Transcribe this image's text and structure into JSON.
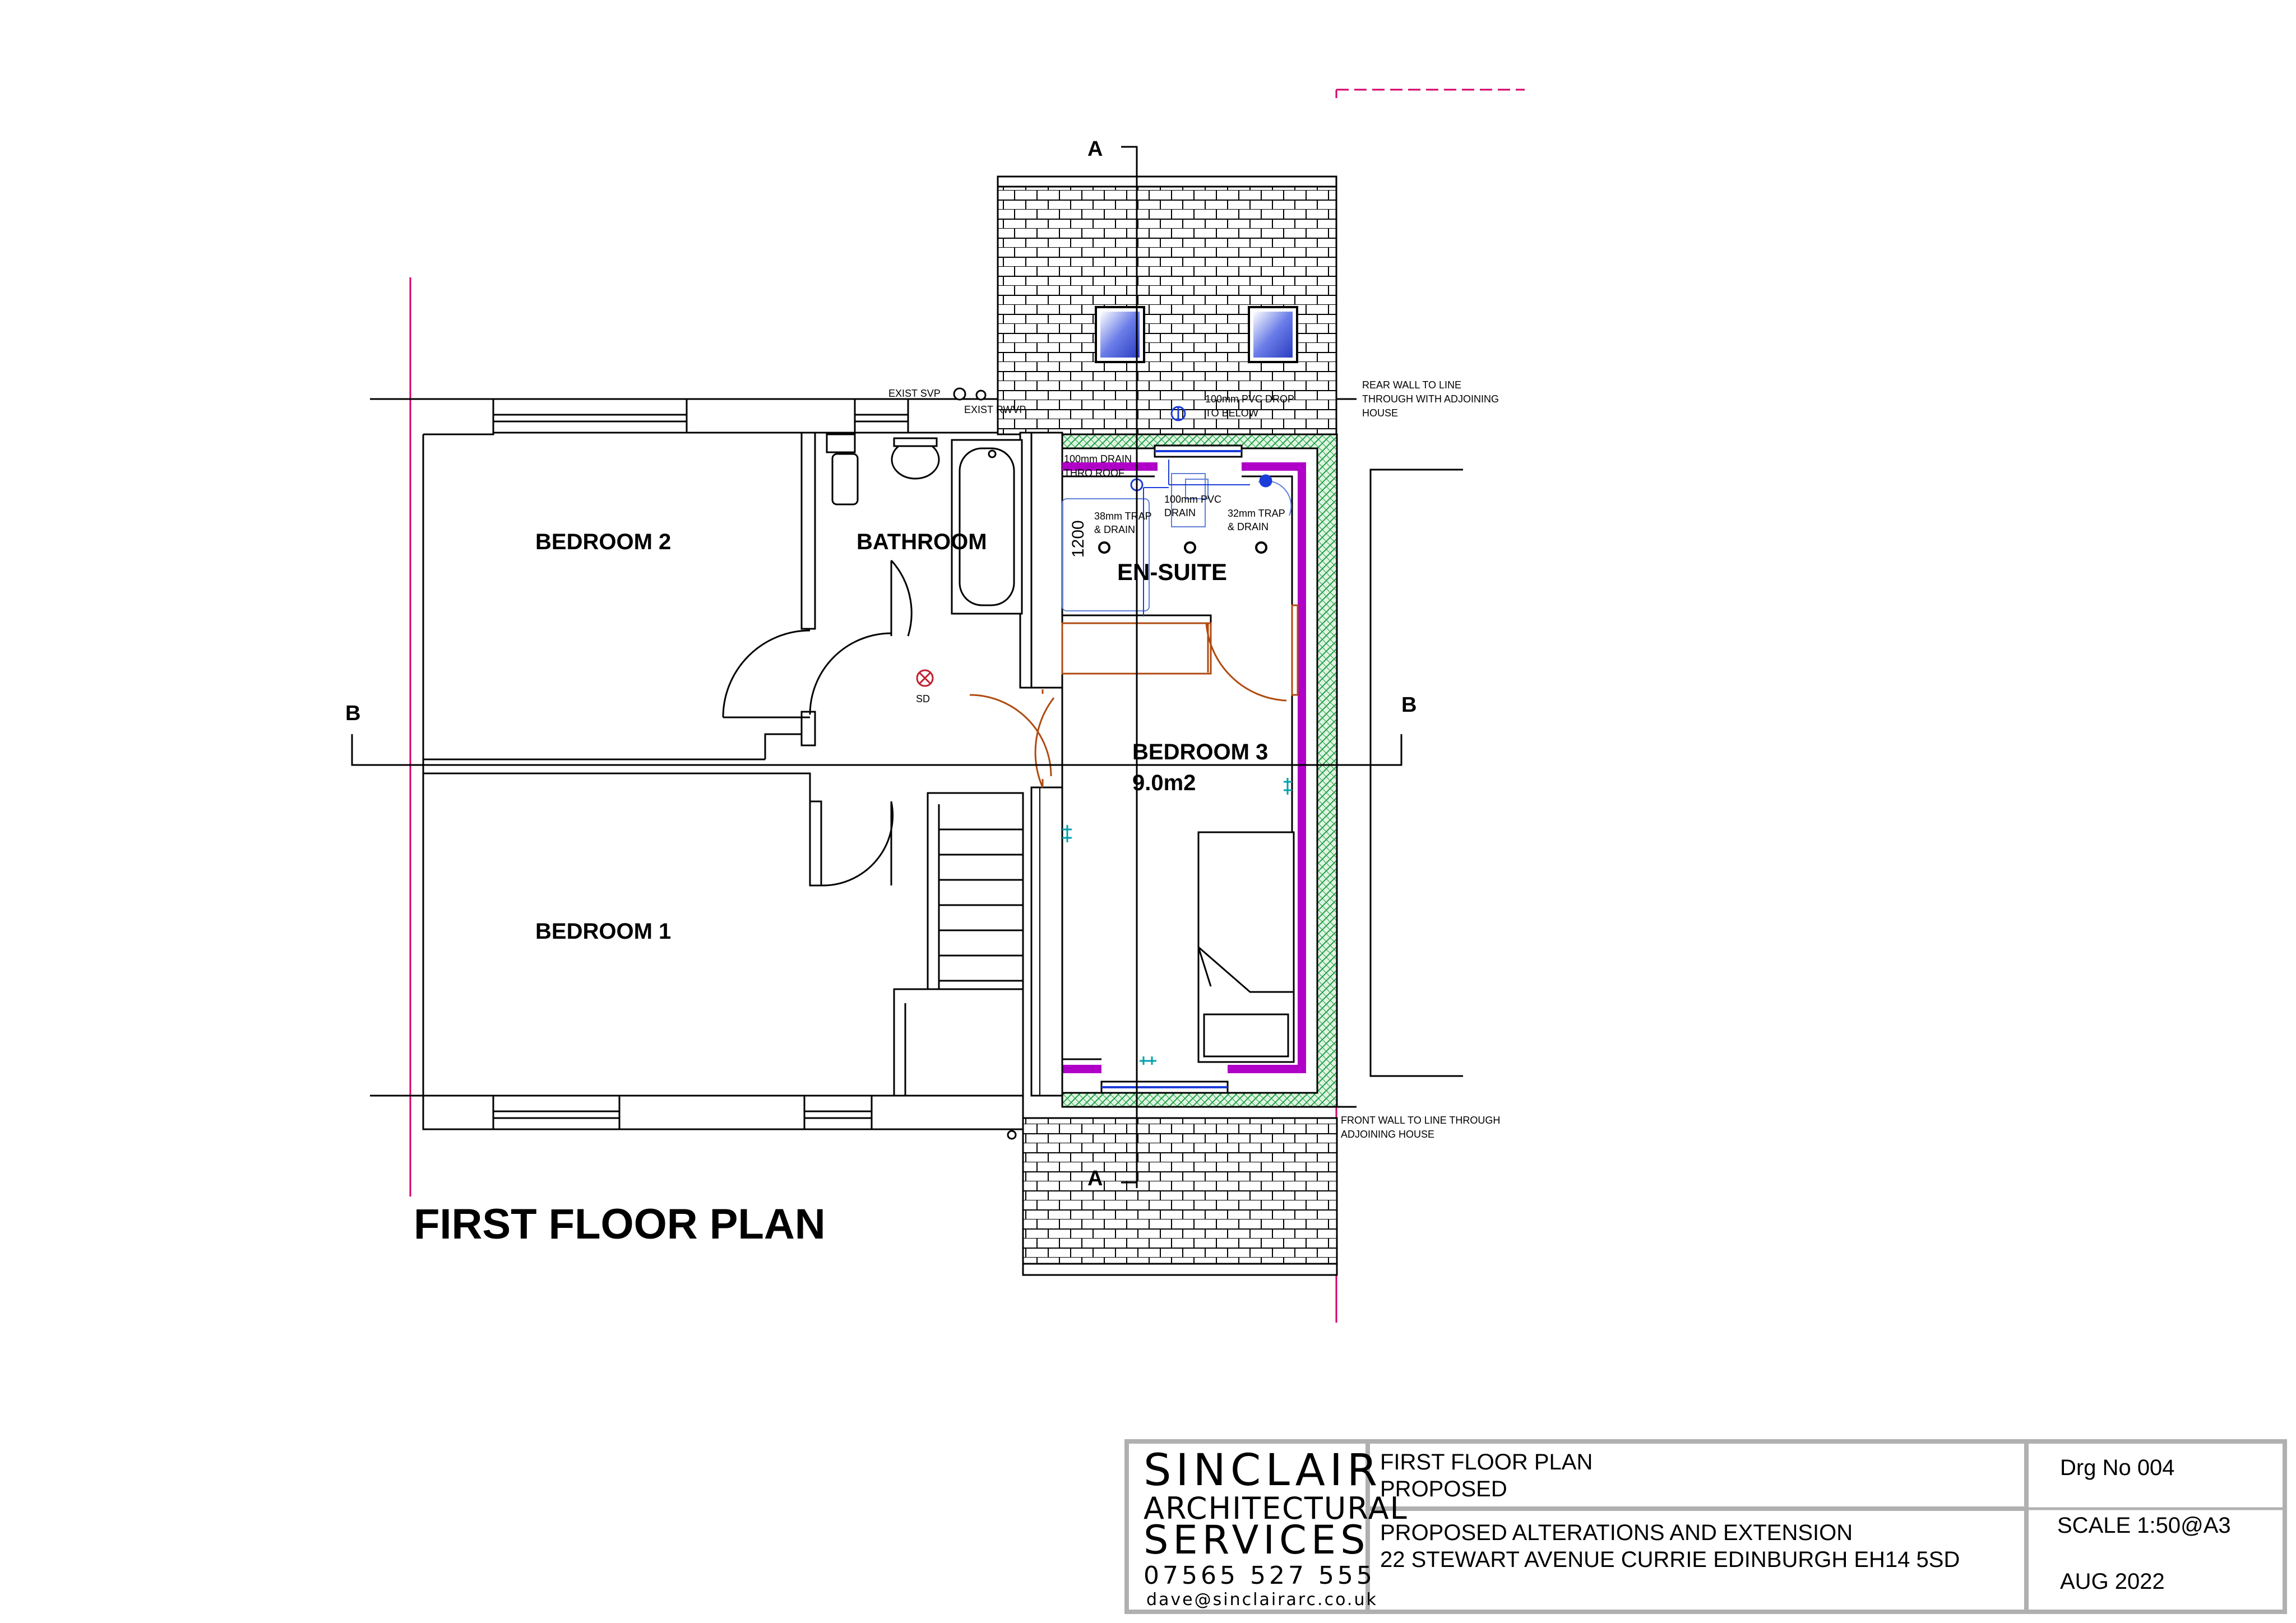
{
  "drawing_title": "FIRST FLOOR PLAN",
  "rooms": {
    "bedroom_2": "BEDROOM 2",
    "bathroom": "BATHROOM",
    "en_suite": "EN-SUITE",
    "bedroom_3": "BEDROOM 3",
    "bedroom_3_area": "9.0m2",
    "bedroom_1": "BEDROOM 1"
  },
  "section_markers": {
    "a": "A",
    "b": "B"
  },
  "annotations": {
    "exist_svp": "EXIST SVP",
    "exist_rwvp": "EXIST RWVP",
    "pvc_drop_1": "100mm PVC DROP",
    "pvc_drop_2": "TO BELOW",
    "drain_roof_1": "100mm DRAIN",
    "drain_roof_2": "THRO ROOF",
    "trap_38_1": "38mm TRAP",
    "trap_38_2": "& DRAIN",
    "pvc_drain_1": "100mm PVC",
    "pvc_drain_2": "DRAIN",
    "trap_32_1": "32mm TRAP",
    "trap_32_2": "& DRAIN",
    "dimension_1200": "1200",
    "smoke_detector": "SD",
    "rear_wall_1": "REAR WALL TO LINE",
    "rear_wall_2": "THROUGH WITH ADJOINING",
    "rear_wall_3": "HOUSE",
    "front_wall_1": "FRONT WALL TO LINE THROUGH",
    "front_wall_2": "ADJOINING HOUSE"
  },
  "title_block": {
    "logo_line1": "SINCLAIR",
    "logo_line2": "ARCHITECTURAL",
    "logo_line3": "SERVICES",
    "phone": "07565 527 555",
    "email": "dave@sinclairarc.co.uk",
    "drawing_name_1": "FIRST FLOOR PLAN",
    "drawing_name_2": "PROPOSED",
    "project_1": "PROPOSED ALTERATIONS AND EXTENSION",
    "project_2": "22 STEWART AVENUE CURRIE EDINBURGH EH14 5SD",
    "drawing_number": "Drg No 004",
    "scale": "SCALE 1:50@A3",
    "date": "AUG 2022"
  },
  "colors": {
    "line": "#000000",
    "boundary": "#d4006a",
    "insulation_purple": "#b000c8",
    "insulation_green": "#20a040",
    "plumbing_blue": "#1c3cd8",
    "door_brown": "#b04a10",
    "electric_cyan": "#00a0b0",
    "skylight": "#3a4fd0",
    "frame_grey": "#b0b0b0"
  }
}
